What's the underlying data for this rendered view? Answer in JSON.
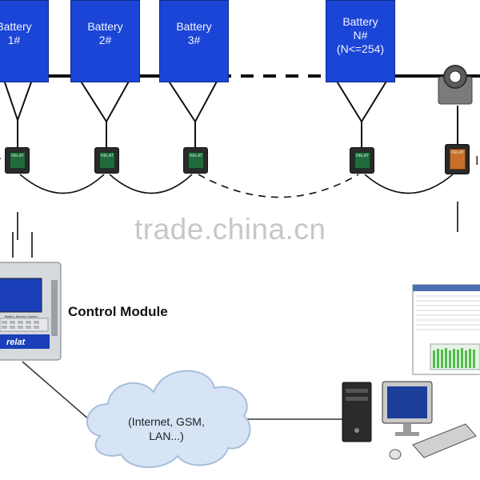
{
  "batteries": [
    {
      "line1": "Battery",
      "line2": "1#",
      "line3": ""
    },
    {
      "line1": "Battery",
      "line2": "2#",
      "line3": ""
    },
    {
      "line1": "Battery",
      "line2": "3#",
      "line3": ""
    },
    {
      "line1": "Battery",
      "line2": "N#",
      "line3": "(N<=254)"
    }
  ],
  "module_brand": "RELAT",
  "watermark": "trade.china.cn",
  "control_module": {
    "label": "Control Module",
    "brand": "relat",
    "screen_title": "Battery Monitor System"
  },
  "cloud": {
    "line1": "(Internet, GSM,",
    "line2": "LAN...)"
  },
  "edge_text": {
    "left": "r",
    "right": "I"
  },
  "colors": {
    "battery": "#1b45d6",
    "module_green": "#1f6b3c",
    "module_orange": "#c8702a",
    "cloud": "#d6e4f5"
  },
  "icons": [
    "battery-icon",
    "current-sensor-icon",
    "control-module-icon",
    "cloud-icon",
    "computer-icon",
    "monitor-software-icon"
  ]
}
